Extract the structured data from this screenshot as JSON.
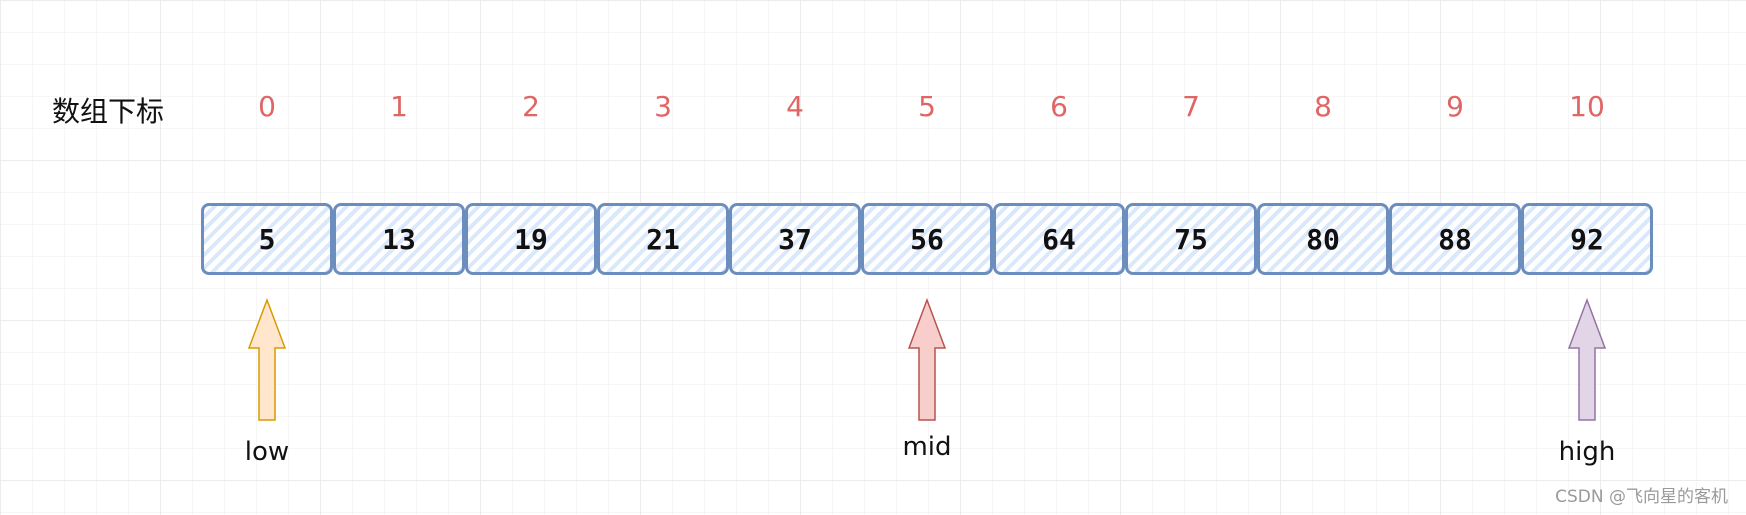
{
  "row_label": "数组下标",
  "indices": [
    "0",
    "1",
    "2",
    "3",
    "4",
    "5",
    "6",
    "7",
    "8",
    "9",
    "10"
  ],
  "values": [
    "5",
    "13",
    "19",
    "21",
    "37",
    "56",
    "64",
    "75",
    "80",
    "88",
    "92"
  ],
  "pointers": [
    {
      "label": "low",
      "index": 0,
      "fill": "#ffe6cc",
      "stroke": "#d79b00"
    },
    {
      "label": "mid",
      "index": 5,
      "fill": "#f8cecc",
      "stroke": "#b85450"
    },
    {
      "label": "high",
      "index": 10,
      "fill": "#e1d5e7",
      "stroke": "#9673a6"
    }
  ],
  "colors": {
    "index_text": "#e06666",
    "cell_stroke": "#6c8ebf",
    "cell_hatch": "#dae8fc"
  },
  "watermark": "CSDN @飞向星的客机"
}
